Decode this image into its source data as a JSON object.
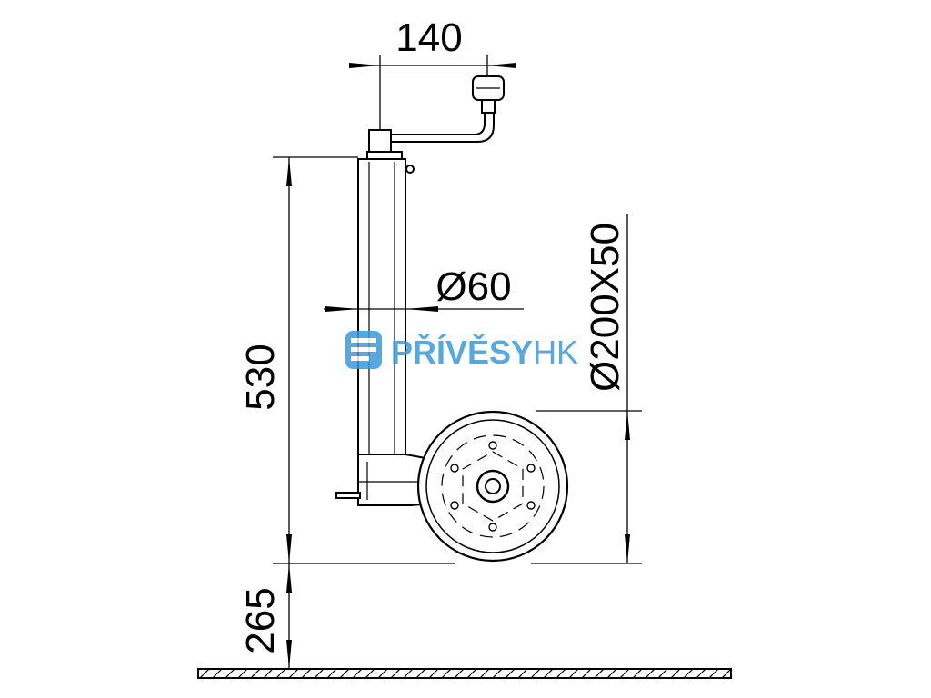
{
  "dimensions": {
    "handle_width": "140",
    "tube_diameter": "Ø60",
    "height_upper": "530",
    "height_lower": "265",
    "wheel_size": "Ø200X50"
  },
  "watermark": {
    "brand_bold": "PŘÍVĚSY",
    "brand_light": "HK",
    "color": "#3a9ad9"
  }
}
